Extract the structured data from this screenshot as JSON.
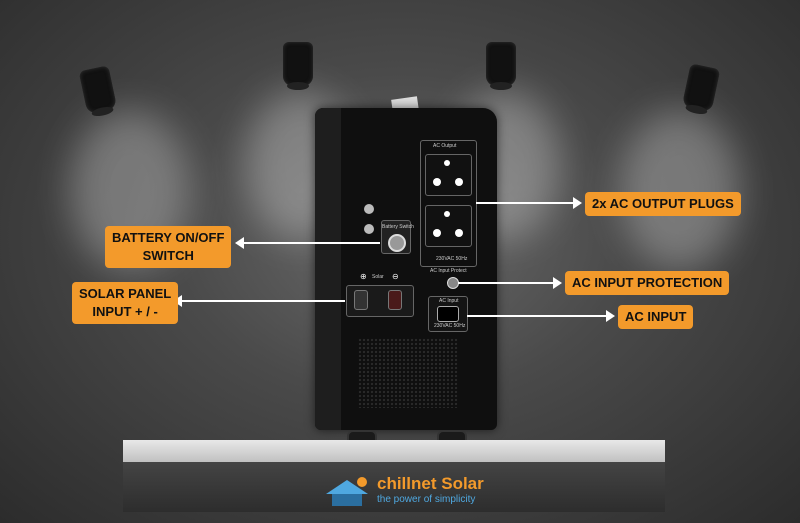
{
  "callouts": {
    "ac_output": "2x AC OUTPUT PLUGS",
    "battery_switch": "BATTERY ON/OFF\nSWITCH",
    "solar_input": "SOLAR PANEL\nINPUT + / -",
    "ac_protection": "AC INPUT PROTECTION",
    "ac_input": "AC INPUT"
  },
  "device_labels": {
    "ac_output": "AC Output",
    "ac_output_rating": "230VAC 50Hz",
    "battery_switch": "Battery Switch",
    "solar": "Solar",
    "ac_input_protect": "AC Input Protect",
    "ac_input": "AC Input",
    "ac_input_rating": "230VAC 50Hz"
  },
  "brand": {
    "name": "chillnet Solar",
    "tagline": "the power of simplicity"
  },
  "colors": {
    "accent": "#f39a2b",
    "tagline_blue": "#4fa8e0"
  }
}
